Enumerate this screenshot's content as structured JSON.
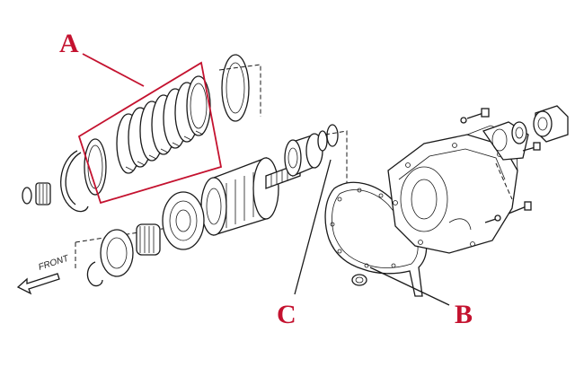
{
  "callouts": {
    "a": "A",
    "b": "B",
    "c": "C"
  },
  "direction_label": "FRONT",
  "colors": {
    "callout": "#c4122f",
    "ink": "#1a1a1a",
    "background": "#ffffff"
  }
}
